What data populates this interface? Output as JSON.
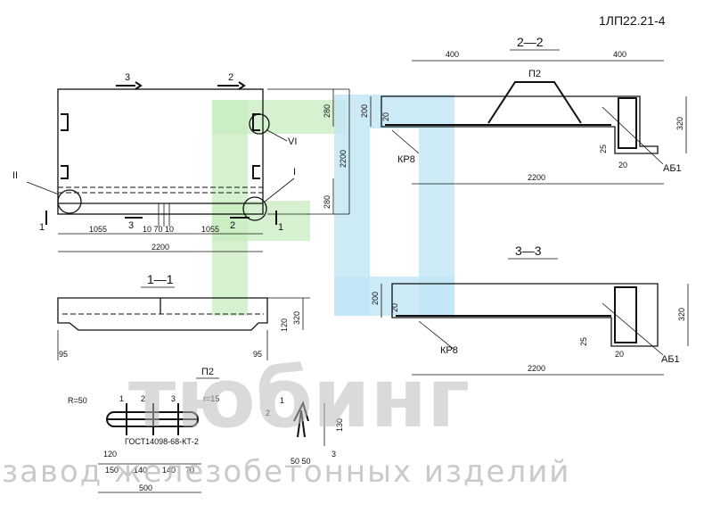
{
  "title": "1ЛП22.21-4",
  "watermark": {
    "brand": "тюбинг",
    "tagline": "завод железобетонных изделий",
    "colors": {
      "green": "#c8ecc0",
      "blue": "#bfe6f5"
    }
  },
  "plan": {
    "cut3": "3",
    "cut2": "2",
    "cut1": "1",
    "node_vi": "VI",
    "node_i": "I",
    "node_ii": "II",
    "dim_280_top": "280",
    "dim_280_bottom": "280",
    "dim_2200_side": "2200",
    "dim_1055_left": "1055",
    "dim_1055_right": "1055",
    "dim_mid": "10 70 10",
    "dim_2200_bottom": "2200"
  },
  "section_1_1": {
    "label": "1—1",
    "dim_320": "320",
    "dim_120": "120",
    "dim_95_left": "95",
    "dim_95_right": "95"
  },
  "section_2_2": {
    "label": "2—2",
    "dim_400_left": "400",
    "dim_400_right": "400",
    "p2": "П2",
    "dim_200": "200",
    "dim_20": "20",
    "dim_320": "320",
    "dim_25": "25",
    "dim_20b": "20",
    "kr8": "КР8",
    "ab1": "АБ1",
    "dim_2200": "2200"
  },
  "section_3_3": {
    "label": "3—3",
    "dim_200": "200",
    "dim_20": "20",
    "dim_320": "320",
    "dim_25": "25",
    "dim_20b": "20",
    "kr8": "КР8",
    "ab1": "АБ1",
    "dim_2200": "2200"
  },
  "detail_p2": {
    "label": "П2",
    "r50": "R=50",
    "pos1": "1",
    "pos2": "2",
    "pos3": "3",
    "r15": "r=15",
    "gost": "ГОСТ14098-68-КТ-2",
    "dim_120": "120",
    "dim_150": "150",
    "dim_140a": "140",
    "dim_140b": "140",
    "dim_70": "70",
    "dim_500": "500",
    "side_pos1": "1",
    "side_pos2": "2",
    "side_pos3": "3",
    "dim_130": "130",
    "dim_5050": "50 50"
  }
}
